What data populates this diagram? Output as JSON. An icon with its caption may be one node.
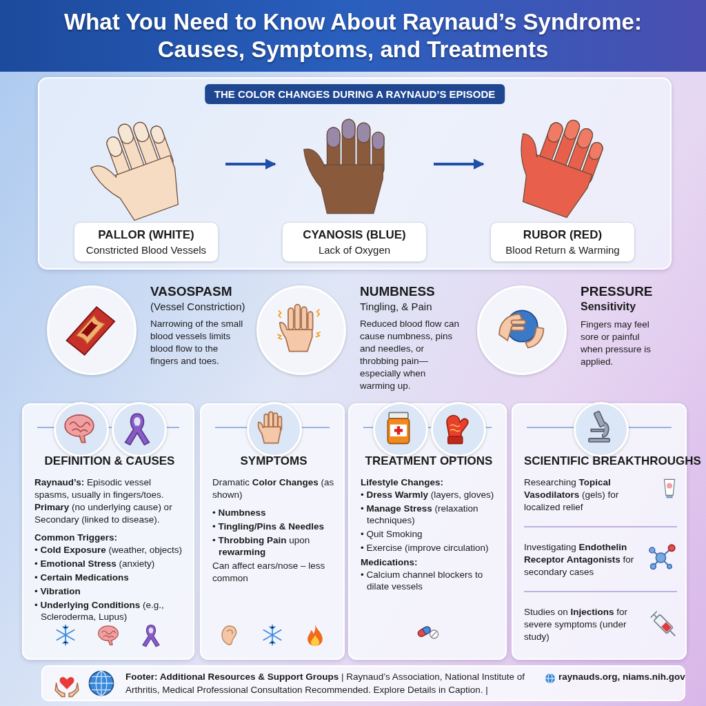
{
  "diagram": {
    "title": "What You Need to Know About Raynaud’s Syndrome: Causes, Symptoms, and Treatments",
    "nodes": [
      {
        "text": [
          "THE COLOR CHANGES DURING A RAYNAUD’S EPISODE"
        ]
      },
      {
        "text": [
          "PALLOR (WHITE)",
          "Constricted Blood Vessels"
        ],
        "in": 0
      },
      {
        "text": [
          "CYANOSIS (BLUE)",
          "Lack of Oxygen"
        ],
        "in": 0
      },
      {
        "text": [
          "RUBOR (RED)",
          "Blood Return & Warming"
        ],
        "in": 0
      },
      {
        "text": [
          "VASOSPASM",
          "(Vessel Constriction)",
          "Narrowing of the small blood vessels limits blood flow to the fingers and toes."
        ]
      },
      {
        "text": [
          "NUMBNESS",
          "Tingling, & Pain",
          "Reduced blood flow can cause numbness, pins and needles, or throbbing pain—especially when warming up."
        ]
      },
      {
        "text": [
          "PRESSURE",
          "Sensitivity",
          "Fingers may feel sore or painful when pressure is applied."
        ]
      },
      {
        "text": [
          "DEFINITION & CAUSES",
          "**Raynaud’s:** Episodic vessel spasms, usually in fingers/toes. **Primary** (no underlying cause) or Secondary (linked to disease).",
          "Common Triggers:",
          "• **Cold Exposure** (weather, objects)",
          "• **Emotional Stress** (anxiety)",
          "• **Certain Medications**",
          "• **Vibration**",
          "• **Underlying Conditions** (e.g., Scleroderma, Lupus)"
        ]
      },
      {
        "text": [
          "SYMPTOMS",
          "Dramatic **Color Changes** (as shown)",
          "• **Numbness**",
          "• **Tingling/Pins & Needles**",
          "• **Throbbing Pain** upon **rewarming**",
          "Can affect ears/nose – less common"
        ]
      },
      {
        "text": [
          "TREATMENT OPTIONS",
          "Lifestyle Changes:",
          "• **Dress Warmly** (layers, gloves)",
          "• **Manage Stress** (relaxation techniques)",
          "• Quit Smoking",
          "• Exercise (improve circulation)",
          "Medications:",
          "• Calcium channel blockers to dilate vessels"
        ]
      },
      {
        "text": [
          "SCIENTIFIC BREAKTHROUGHS",
          "Researching **Topical Vasodilators** (gels) for localized relief",
          "Investigating **Endothelin Receptor Antagonists** for secondary cases",
          "Studies on **Injections** for severe symptoms (under study)"
        ]
      },
      {
        "text": [
          "**Footer: Additional Resources & Support Groups** | Raynaud’s Association, National Institute of Arthritis, Medical Professional Consultation Recommended. Explore Details in Caption. |",
          "raynauds.org, niams.nih.gov"
        ]
      }
    ],
    "edges": [
      {
        "from": 1,
        "to": 2,
        "arrow": "to"
      },
      {
        "from": 2,
        "to": 3,
        "arrow": "to"
      }
    ]
  }
}
